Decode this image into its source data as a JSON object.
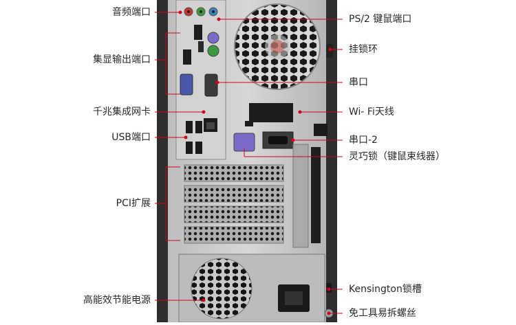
{
  "left_labels": [
    {
      "id": "audio-ports-label",
      "text": "音频端口"
    },
    {
      "id": "display-outputs-label",
      "text": "集显输出端口"
    },
    {
      "id": "gigabit-ethernet-label",
      "text": "千兆集成网卡"
    },
    {
      "id": "usb-ports-label",
      "text": "USB端口"
    },
    {
      "id": "pci-expansion-label",
      "text": "PCI扩展"
    },
    {
      "id": "psu-label",
      "text": "高能效节能电源"
    }
  ],
  "right_labels": [
    {
      "id": "ps2-ports-label",
      "text": "PS/2 键鼠端口"
    },
    {
      "id": "lock-ring-label",
      "text": "挂锁环"
    },
    {
      "id": "serial-port-label",
      "text": "串口"
    },
    {
      "id": "wifi-label",
      "text": "Wi- Fi天线"
    },
    {
      "id": "serial-port-2-label",
      "text": "串口-2"
    },
    {
      "id": "cable-lock-label",
      "text": "灵巧锁（键鼠束线器）"
    },
    {
      "id": "kensington-label",
      "text": "Kensington锁槽"
    },
    {
      "id": "tool-free-screw-label",
      "text": "免工具易拆螺丝"
    }
  ],
  "colors": {
    "accent": "#d6001c",
    "panel": "#c9c9c9",
    "chassis": "#3a3a3a",
    "port_purple": "#7b6bc8",
    "port_green": "#3c9a3c",
    "vga_blue": "#4a56a8"
  }
}
